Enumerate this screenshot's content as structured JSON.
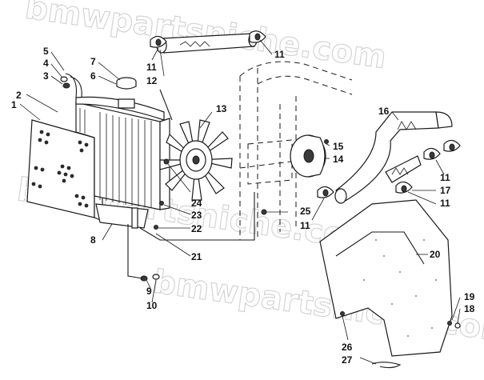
{
  "watermark": {
    "text": "bmwpartsniche.com"
  },
  "callouts": [
    {
      "id": "c1",
      "label": "1"
    },
    {
      "id": "c2",
      "label": "2"
    },
    {
      "id": "c3",
      "label": "3"
    },
    {
      "id": "c4",
      "label": "4"
    },
    {
      "id": "c5",
      "label": "5"
    },
    {
      "id": "c6",
      "label": "6"
    },
    {
      "id": "c7",
      "label": "7"
    },
    {
      "id": "c8",
      "label": "8"
    },
    {
      "id": "c9",
      "label": "9"
    },
    {
      "id": "c10",
      "label": "10"
    },
    {
      "id": "c11a",
      "label": "11"
    },
    {
      "id": "c11b",
      "label": "11"
    },
    {
      "id": "c11c",
      "label": "11"
    },
    {
      "id": "c11d",
      "label": "11"
    },
    {
      "id": "c11e",
      "label": "11"
    },
    {
      "id": "c12",
      "label": "12"
    },
    {
      "id": "c13",
      "label": "13"
    },
    {
      "id": "c14",
      "label": "14"
    },
    {
      "id": "c15",
      "label": "15"
    },
    {
      "id": "c16",
      "label": "16"
    },
    {
      "id": "c17",
      "label": "17"
    },
    {
      "id": "c18",
      "label": "18"
    },
    {
      "id": "c19",
      "label": "19"
    },
    {
      "id": "c20",
      "label": "20"
    },
    {
      "id": "c21",
      "label": "21"
    },
    {
      "id": "c22",
      "label": "22"
    },
    {
      "id": "c23",
      "label": "23"
    },
    {
      "id": "c24",
      "label": "24"
    },
    {
      "id": "c25",
      "label": "25"
    },
    {
      "id": "c26",
      "label": "26"
    },
    {
      "id": "c27",
      "label": "27"
    }
  ]
}
